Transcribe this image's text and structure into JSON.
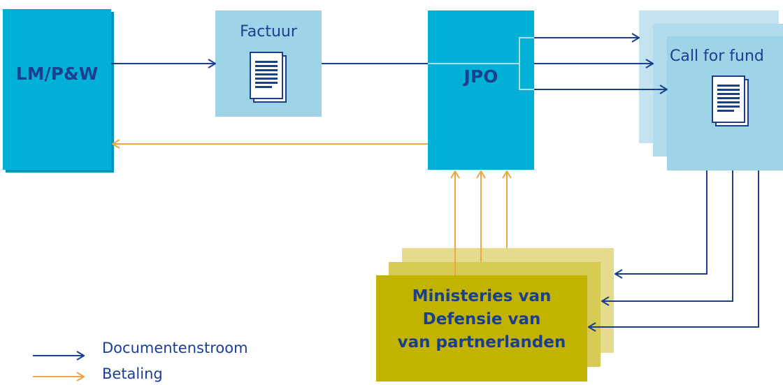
{
  "nodes": {
    "lmpw": {
      "label": "LM/P&W"
    },
    "factuur": {
      "label": "Factuur"
    },
    "jpo": {
      "label": "JPO"
    },
    "call_for_fund": {
      "label": "Call for fund"
    },
    "ministeries": {
      "line1": "Ministeries van",
      "line2": "Defensie van",
      "line3": "van partnerlanden"
    }
  },
  "legend": {
    "documentenstroom": "Documentenstroom",
    "betaling": "Betaling"
  },
  "colors": {
    "primary_box": "#00b0d6",
    "light_box": "#9fd4e8",
    "lighter_box": "#c4e3f0",
    "olive_front": "#c2b300",
    "olive_mid": "#d6cc55",
    "olive_back": "#e4dc8c",
    "document_flow": "#1a3f8f",
    "payment_flow": "#f0a442",
    "text_blue": "#1a3f8f",
    "jpo_inner_line": "#a9dff0"
  },
  "icons": {
    "factuur": "document-icon",
    "call_for_fund": "document-icon"
  }
}
